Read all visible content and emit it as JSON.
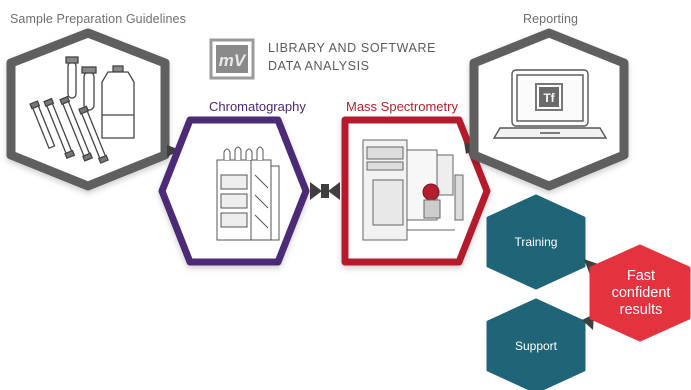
{
  "labels": {
    "sample_prep": "Sample Preparation Guidelines",
    "reporting": "Reporting",
    "chromatography": "Chromatography",
    "mass_spectrometry": "Mass Spectrometry",
    "library_line1": "LIBRARY AND SOFTWARE",
    "library_line2": "DATA ANALYSIS",
    "training": "Training",
    "support": "Support",
    "fast_line1": "Fast",
    "fast_line2": "confident",
    "fast_line3": "results"
  },
  "logos": {
    "software_logo": "mV",
    "report_logo": "Tf"
  },
  "colors": {
    "gray_border": "#5f5f5f",
    "chromatography_border": "#4b2a76",
    "ms_border": "#b41f2f",
    "teal": "#1f6477",
    "red": "#e3333f",
    "arrow": "#3f3f3f"
  }
}
